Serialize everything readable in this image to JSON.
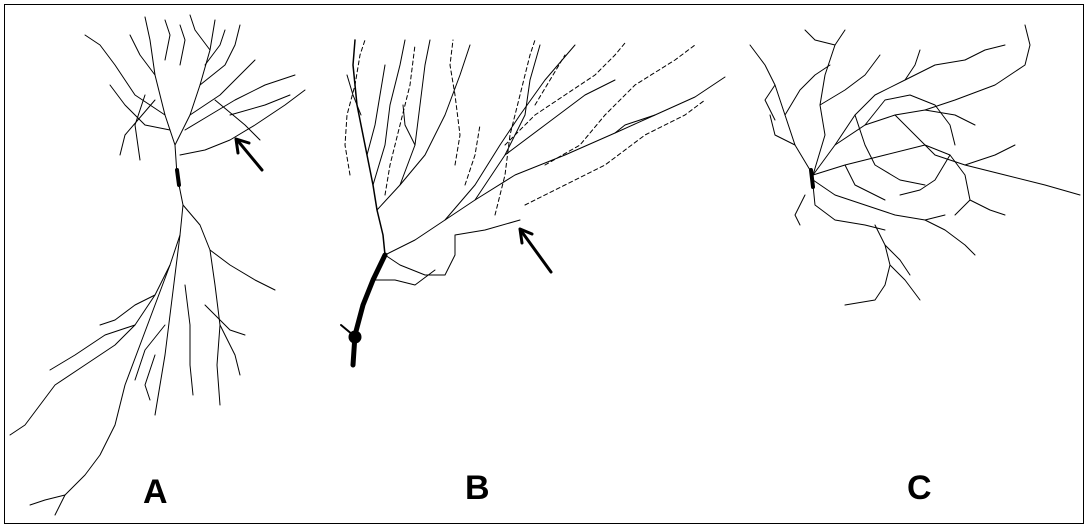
{
  "figure": {
    "panels": [
      {
        "id": "A",
        "label": "A"
      },
      {
        "id": "B",
        "label": "B"
      },
      {
        "id": "C",
        "label": "C"
      }
    ],
    "colors": {
      "stroke": "#000000",
      "background": "#ffffff"
    }
  }
}
